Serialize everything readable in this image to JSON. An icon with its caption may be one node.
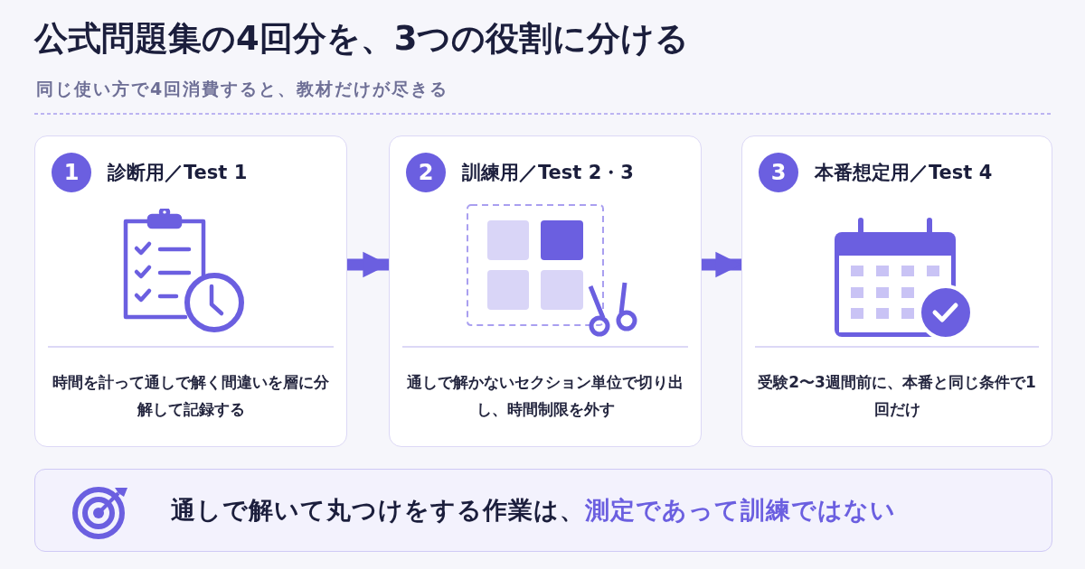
{
  "diagram": {
    "title": "公式問題集の4回分を、3つの役割に分ける",
    "caption": "同じ使い方で4回消費すると、教材だけが尽きる",
    "nodes": [
      {
        "text": [
          "1",
          "診断用／Test 1",
          "時間を計って通しで解く間違いを層に分解して記録する"
        ]
      },
      {
        "text": [
          "2",
          "訓練用／Test 2・3",
          "通しで解かないセクション単位で切り出し、時間制限を外す"
        ]
      },
      {
        "text": [
          "3",
          "本番想定用／Test 4",
          "受験2〜3週間前に、本番と同じ条件で1回だけ"
        ]
      },
      {
        "text": [
          "通しで解いて丸つけをする作業は、",
          "測定であって訓練ではない"
        ]
      }
    ],
    "edges": [
      {
        "from": 0,
        "to": 1,
        "arrow": "to"
      },
      {
        "from": 1,
        "to": 2,
        "arrow": "to"
      }
    ]
  }
}
